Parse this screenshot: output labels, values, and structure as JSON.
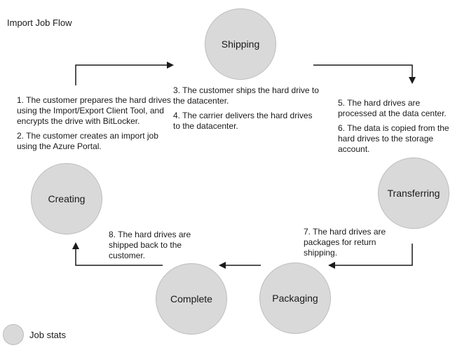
{
  "title": "Import Job Flow",
  "stages": {
    "shipping": "Shipping",
    "transferring": "Transferring",
    "packaging": "Packaging",
    "complete": "Complete",
    "creating": "Creating"
  },
  "notes": {
    "step1": "1. The customer prepares the hard drives using the Import/Export Client Tool, and encrypts the drive with BitLocker.",
    "step2": "2. The customer creates an import job using the Azure Portal.",
    "step3": "3. The customer ships the hard drive to the datacenter.",
    "step4": "4. The carrier delivers the hard drives to the datacenter.",
    "step5": "5. The hard drives are processed at the data center.",
    "step6": "6. The data is copied from the hard drives to the storage account.",
    "step7": "7. The hard drives are packages for return shipping.",
    "step8": "8. The hard drives are shipped back to the customer."
  },
  "legend": {
    "label": "Job stats"
  }
}
